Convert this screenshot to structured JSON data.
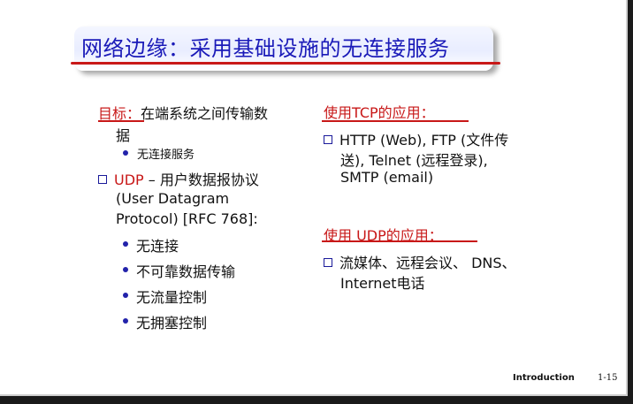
{
  "title": "网络边缘：采用基础设施的无连接服务",
  "left": {
    "goal_label": "目标：",
    "goal_text_line1": "在端系统之间传输数",
    "goal_text_line2": "据",
    "goal_bullet": "无连接服务",
    "udp_label": "UDP",
    "udp_line1_rest": " – 用户数据报协议",
    "udp_line2": "(User Datagram",
    "udp_line3": "Protocol) [RFC 768]:",
    "udp_bullets": [
      "无连接",
      "不可靠数据传输",
      "无流量控制",
      "无拥塞控制"
    ]
  },
  "right": {
    "tcp_heading_pre": "使用",
    "tcp_heading_acr": "TCP",
    "tcp_heading_post": "的应用：",
    "tcp_line1": "HTTP (Web), FTP (文件传",
    "tcp_line2": "送), Telnet (远程登录),",
    "tcp_line3": "SMTP (email)",
    "udp_heading_pre": "使用 ",
    "udp_heading_acr": "UDP",
    "udp_heading_post": "的应用：",
    "udp_line1": "流媒体、远程会议、 DNS、",
    "udp_line2": "Internet电话"
  },
  "footer": {
    "label": "Introduction",
    "page": "1-15"
  }
}
